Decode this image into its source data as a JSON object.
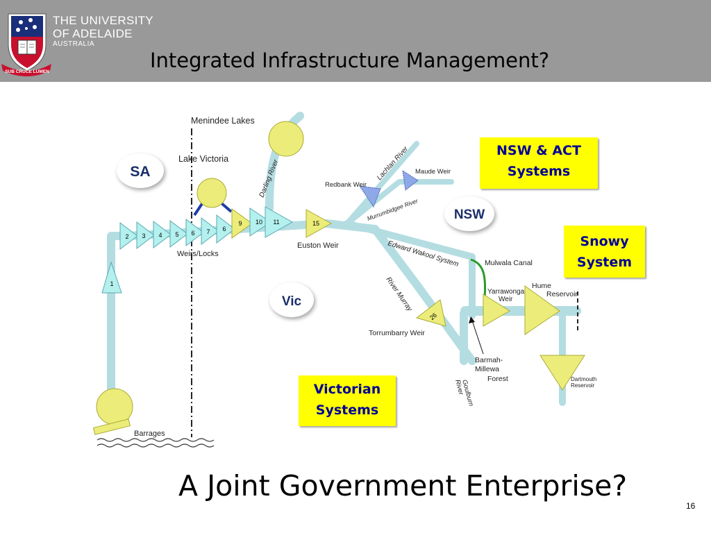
{
  "header": {
    "logo_line1": "THE UNIVERSITY",
    "logo_line2": "OF ADELAIDE",
    "logo_line3": "AUSTRALIA",
    "motto": "SUB CRUCE LUMEN",
    "background_color": "#999999"
  },
  "title": "Integrated Infrastructure Management?",
  "footer_title": "A Joint Government Enterprise?",
  "page_number": "16",
  "callouts": {
    "nsw_act": [
      "NSW & ACT",
      "Systems"
    ],
    "snowy": [
      "Snowy",
      "System"
    ],
    "victorian": [
      "Victorian",
      "Systems"
    ]
  },
  "regions": {
    "sa": "SA",
    "nsw": "NSW",
    "vic": "Vic"
  },
  "places": {
    "menindee": "Menindee Lakes",
    "lake_victoria": "Lake Victoria",
    "euston": "Euston Weir",
    "redbank": "Redbank Weir",
    "maude": "Maude Weir",
    "mulwala": "Mulwala Canal",
    "yarrawonga_1": "Yarrawonga",
    "yarrawonga_2": "Weir",
    "hume_1": "Hume",
    "hume_2": "Reservoir",
    "torrumbarry": "Torrumbarry Weir",
    "barmah_1": "Barmah-",
    "barmah_2": "Millewa",
    "barmah_3": "Forest",
    "dartmouth_1": "Dartmouth",
    "dartmouth_2": "Reservoir",
    "barrages": "Barrages",
    "weirs_locks": "Weirs/Locks"
  },
  "rivers": {
    "darling": "Darling River",
    "lachlan": "Lachlan River",
    "murrumbidgee": "Murrumbidgee River",
    "edward_wakool": "Edward Wakool System",
    "murray": "River Murray",
    "goulburn_1": "Goulburn",
    "goulburn_2": "River"
  },
  "locks": [
    "1",
    "2",
    "3",
    "4",
    "5",
    "6",
    "7",
    "6",
    "9",
    "10",
    "11",
    "15",
    "26"
  ],
  "colors": {
    "river": "#b4dde2",
    "lock_fill": "#b3f0ee",
    "storage_fill": "#ecec7a",
    "callout_fill": "#ffff00",
    "callout_text": "#000099",
    "weir_blue": "#8fa8e8",
    "connector_blue": "#1c3ca8",
    "canal_green": "#2a9a2a"
  }
}
